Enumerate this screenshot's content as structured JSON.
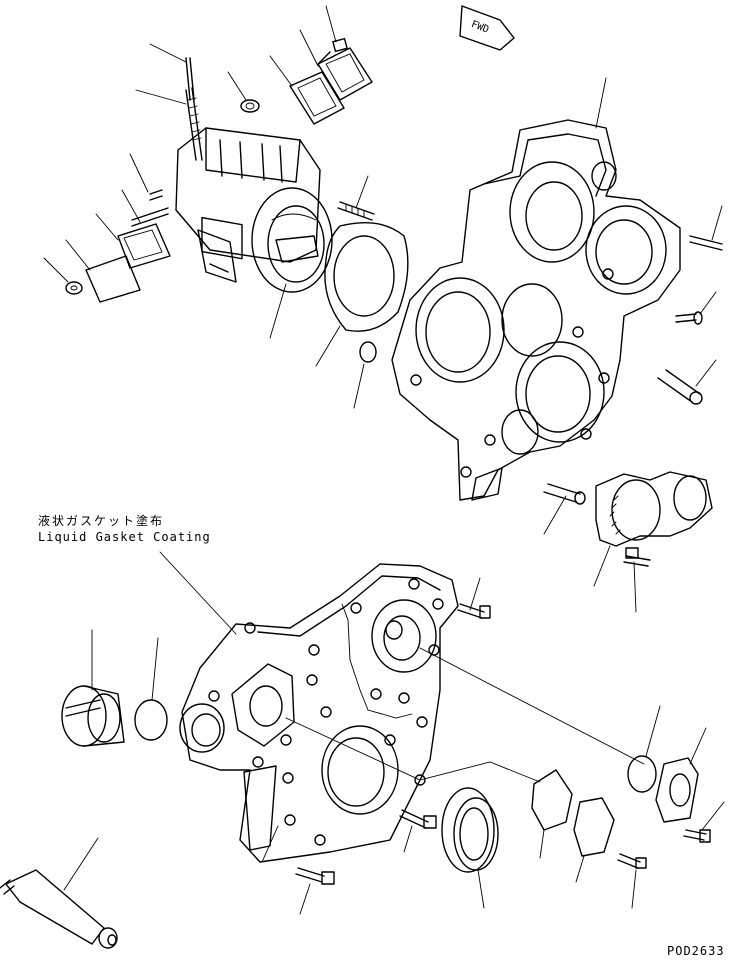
{
  "annotation": {
    "jp": "液状ガスケット塗布",
    "en": "Liquid Gasket Coating"
  },
  "drawing_code": "POD2633",
  "direction_marker": "FWD"
}
